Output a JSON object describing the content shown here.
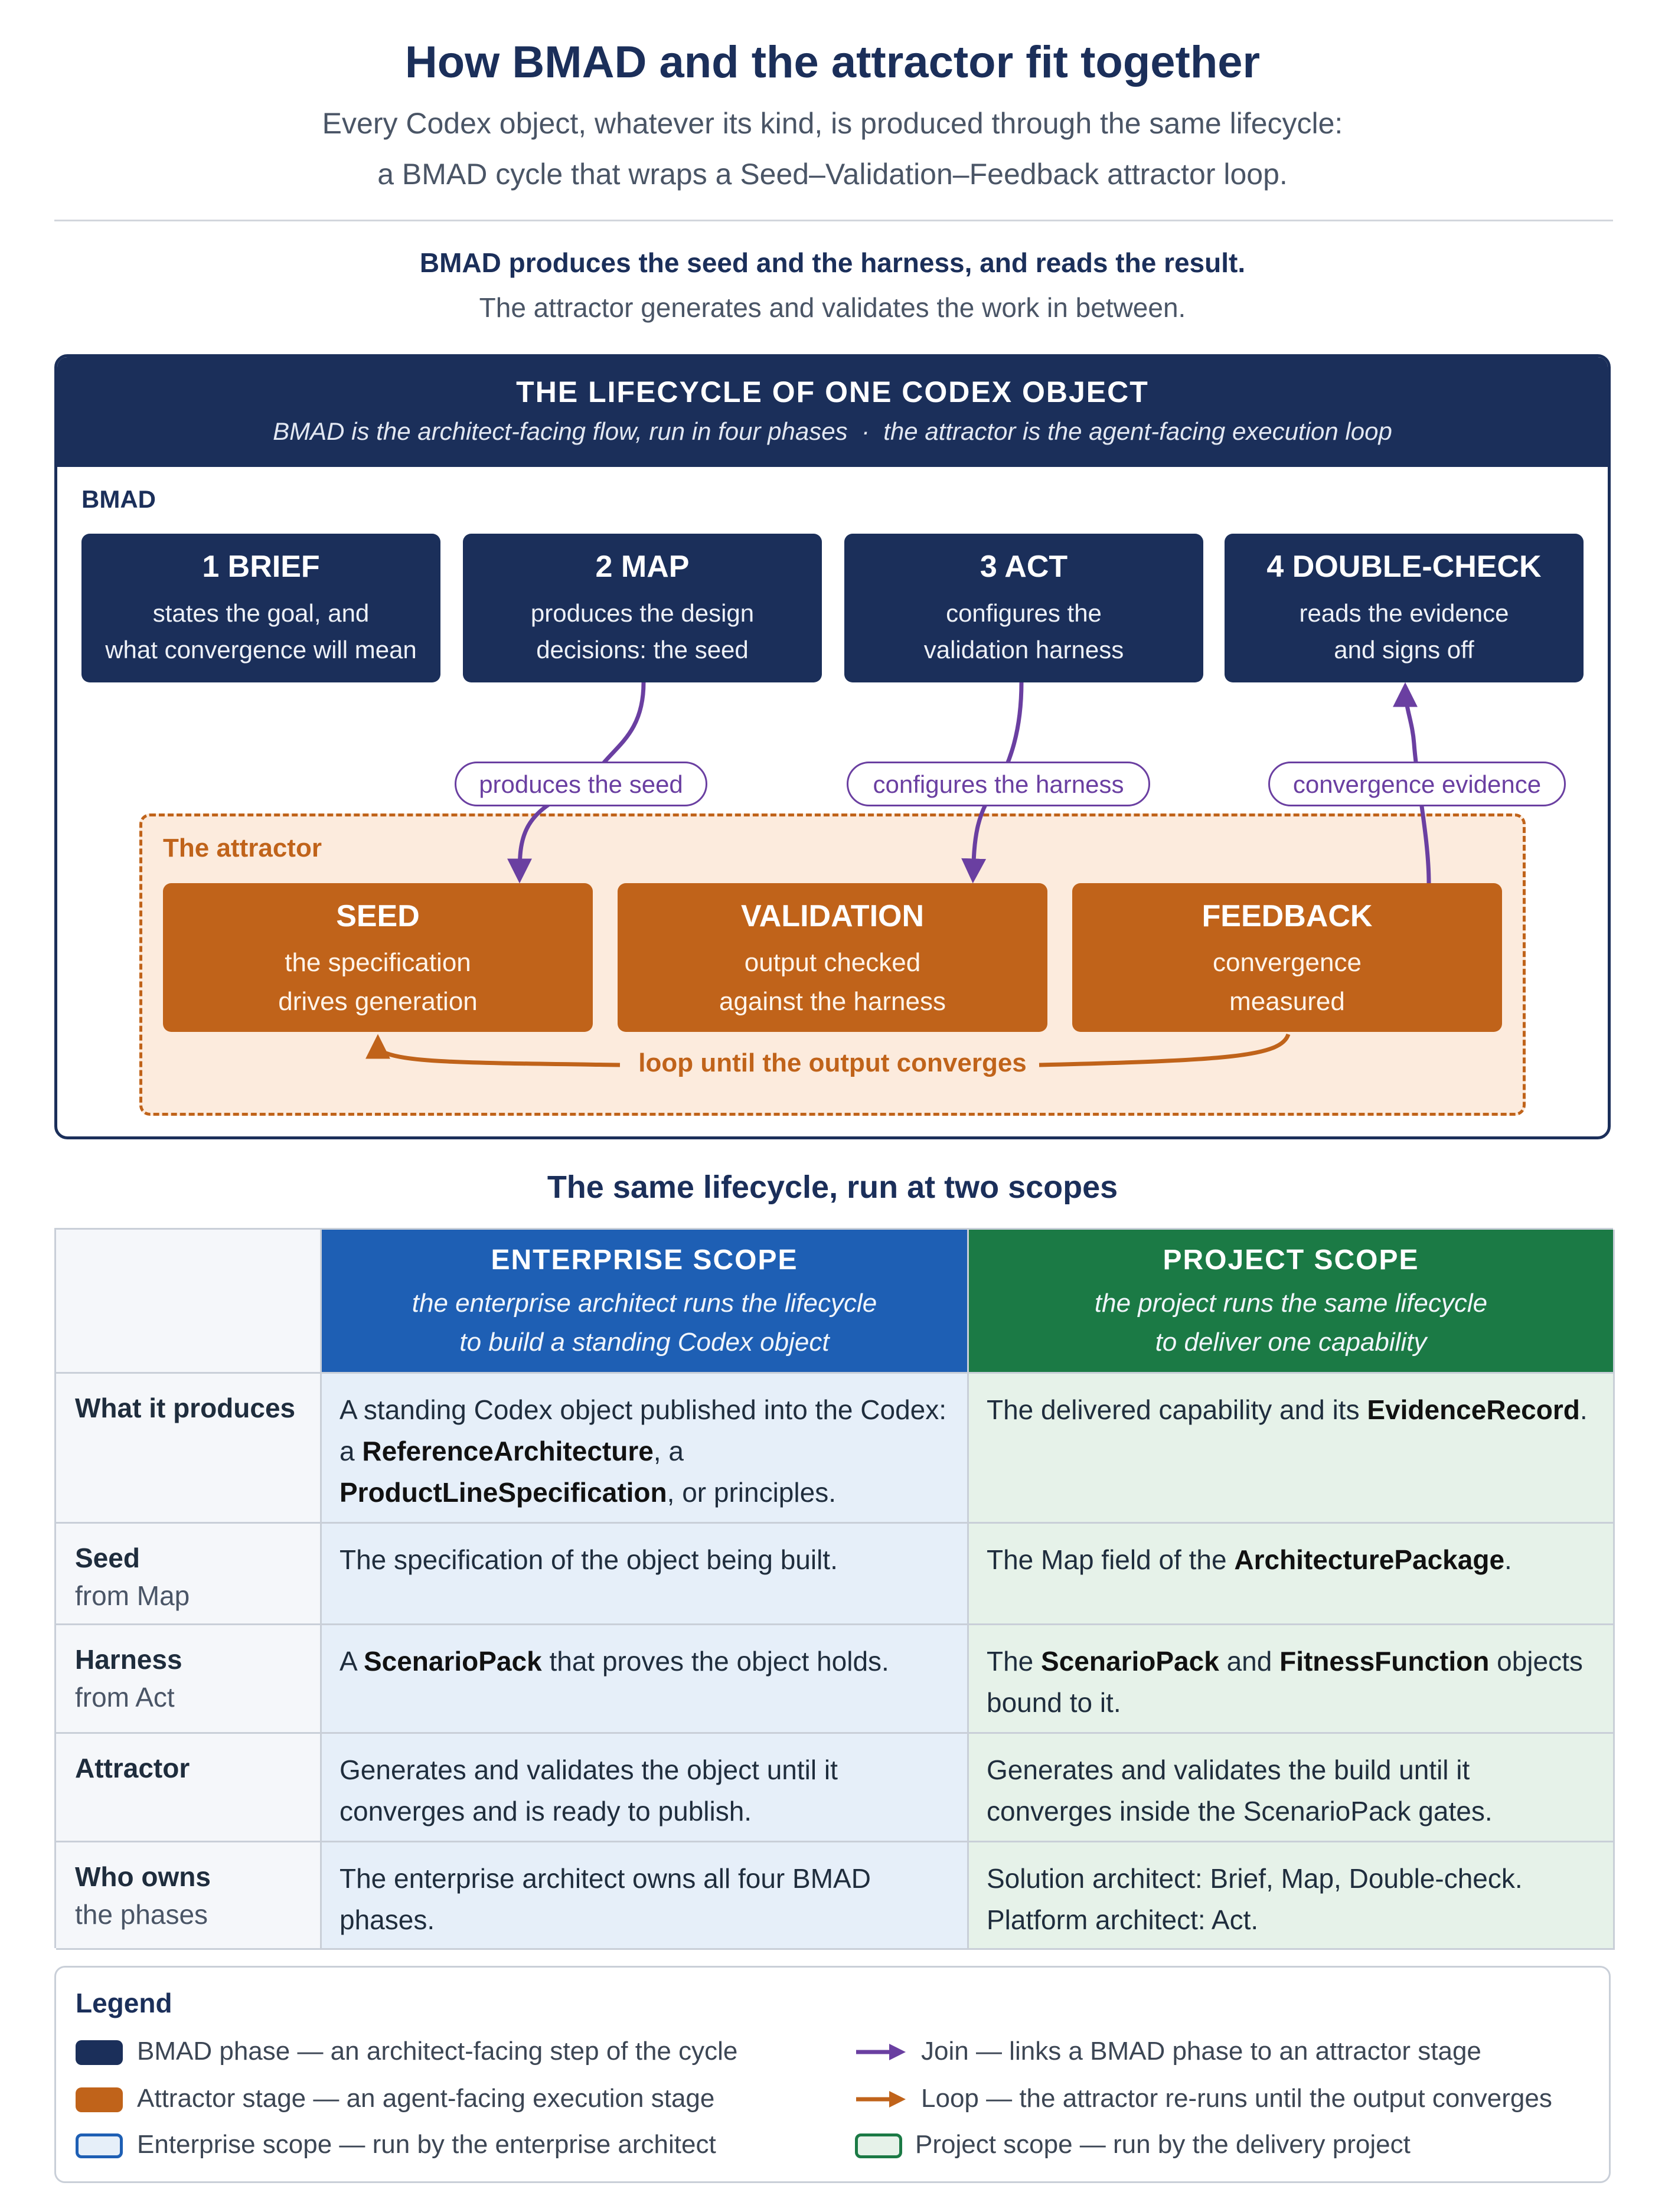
{
  "header": {
    "title": "How BMAD and the attractor fit together",
    "subtitle_line1": "Every Codex object, whatever its kind, is produced through the same lifecycle:",
    "subtitle_line2": "a BMAD cycle that wraps a Seed–Validation–Feedback attractor loop."
  },
  "lead": {
    "bold": "BMAD produces the seed and the harness, and reads the result.",
    "normal": "The attractor generates and validates the work in between."
  },
  "lifecycle": {
    "title": "THE LIFECYCLE OF ONE CODEX OBJECT",
    "subtitle": "BMAD is the architect-facing flow, run in four phases  ·  the attractor is the agent-facing execution loop",
    "bmad_label": "BMAD",
    "phases": [
      {
        "title": "1 BRIEF",
        "desc1": "states the goal, and",
        "desc2": "what convergence will mean"
      },
      {
        "title": "2 MAP",
        "desc1": "produces the design",
        "desc2": "decisions: the seed"
      },
      {
        "title": "3 ACT",
        "desc1": "configures the",
        "desc2": "validation harness"
      },
      {
        "title": "4 DOUBLE-CHECK",
        "desc1": "reads the evidence",
        "desc2": "and signs off"
      }
    ],
    "joins": [
      "produces the seed",
      "configures the harness",
      "convergence evidence"
    ],
    "attractor_label": "The attractor",
    "stages": [
      {
        "title": "SEED",
        "desc1": "the specification",
        "desc2": "drives generation"
      },
      {
        "title": "VALIDATION",
        "desc1": "output checked",
        "desc2": "against the harness"
      },
      {
        "title": "FEEDBACK",
        "desc1": "convergence",
        "desc2": "measured"
      }
    ],
    "loop_label": "loop until the output converges"
  },
  "scopes": {
    "title": "The same lifecycle, run at two scopes",
    "enterprise": {
      "title": "ENTERPRISE SCOPE",
      "sub1": "the enterprise architect runs the lifecycle",
      "sub2": "to build a standing Codex object"
    },
    "project": {
      "title": "PROJECT SCOPE",
      "sub1": "the project runs the same lifecycle",
      "sub2": "to deliver one capability"
    },
    "rows": [
      {
        "label": "What it produces",
        "label2": "",
        "ent": [
          {
            "t": "A standing Codex object published into the Codex: a "
          },
          {
            "t": "ReferenceArchitecture",
            "b": true
          },
          {
            "t": ", a "
          },
          {
            "t": "ProductLineSpecification",
            "b": true
          },
          {
            "t": ", or principles."
          }
        ],
        "prj": [
          {
            "t": "The delivered capability and its "
          },
          {
            "t": "EvidenceRecord",
            "b": true
          },
          {
            "t": "."
          }
        ]
      },
      {
        "label": "Seed",
        "label2": "from Map",
        "ent": [
          {
            "t": "The specification of the object being built."
          }
        ],
        "prj": [
          {
            "t": "The Map field of the "
          },
          {
            "t": "ArchitecturePackage",
            "b": true
          },
          {
            "t": "."
          }
        ]
      },
      {
        "label": "Harness",
        "label2": "from Act",
        "ent": [
          {
            "t": "A "
          },
          {
            "t": "ScenarioPack",
            "b": true
          },
          {
            "t": " that proves the object holds."
          }
        ],
        "prj": [
          {
            "t": "The "
          },
          {
            "t": "ScenarioPack",
            "b": true
          },
          {
            "t": " and "
          },
          {
            "t": "FitnessFunction",
            "b": true
          },
          {
            "t": " objects bound to it."
          }
        ]
      },
      {
        "label": "Attractor",
        "label2": "",
        "ent": [
          {
            "t": "Generates and validates the object until it converges and is ready to publish."
          }
        ],
        "prj": [
          {
            "t": "Generates and validates the build until it converges inside the ScenarioPack gates."
          }
        ]
      },
      {
        "label": "Who owns",
        "label2": "the phases",
        "ent": [
          {
            "t": "The enterprise architect owns all four BMAD phases."
          }
        ],
        "prj": [
          {
            "t": "Solution architect: Brief, Map, Double-check. Platform architect: Act."
          }
        ]
      }
    ]
  },
  "legend": {
    "title": "Legend",
    "items": [
      "BMAD phase — an architect-facing step of the cycle",
      "Attractor stage — an agent-facing execution stage",
      "Enterprise scope — run by the enterprise architect",
      "Join — links a BMAD phase to an attractor stage",
      "Loop — the attractor re-runs until the output converges",
      "Project scope — run by the delivery project"
    ]
  },
  "colors": {
    "navy": "#1b2f5a",
    "orange": "#c0631a",
    "purple": "#6a3fa1",
    "enterprise_blue": "#1e5fb4",
    "project_green": "#1b7a45"
  }
}
